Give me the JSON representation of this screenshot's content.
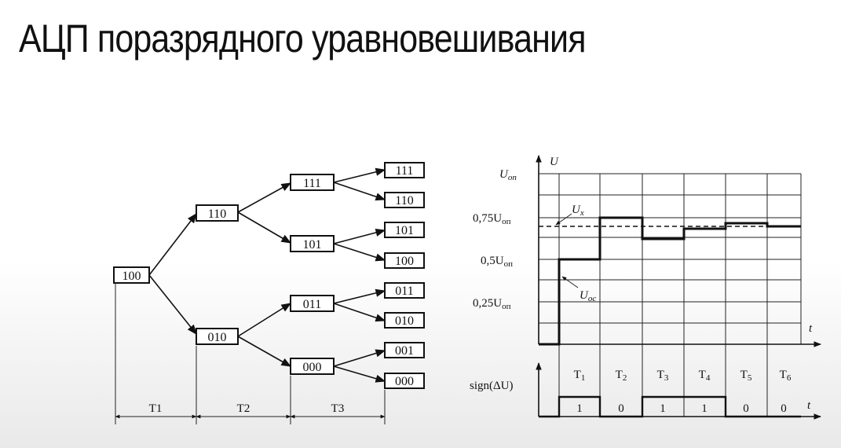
{
  "title": "АЦП поразрядного уравновешивания",
  "tree": {
    "nodes": {
      "l1": [
        "100"
      ],
      "l2": [
        "110",
        "010"
      ],
      "l3": [
        "111",
        "101",
        "011",
        "000"
      ],
      "l4": [
        "111",
        "110",
        "101",
        "100",
        "011",
        "010",
        "001",
        "000"
      ]
    },
    "periods": [
      "T1",
      "T2",
      "T3"
    ]
  },
  "timing": {
    "axis_u": "U",
    "axis_t": "t",
    "y_labels": {
      "uop_main": "U",
      "uop_sub": "оп",
      "u075_main": "0,75U",
      "u075_sub": "оп",
      "u05_main": "0,5U",
      "u05_sub": "оп",
      "u025_main": "0,25U",
      "u025_sub": "оп"
    },
    "ux_main": "U",
    "ux_sub": "x",
    "uoc_main": "U",
    "uoc_sub": "ос",
    "sign_label": "sign(ΔU)",
    "steps": [
      {
        "main": "T",
        "sub": "1",
        "bit": "1"
      },
      {
        "main": "T",
        "sub": "2",
        "bit": "0"
      },
      {
        "main": "T",
        "sub": "3",
        "bit": "1"
      },
      {
        "main": "T",
        "sub": "4",
        "bit": "1"
      },
      {
        "main": "T",
        "sub": "5",
        "bit": "0"
      },
      {
        "main": "T",
        "sub": "6",
        "bit": "0"
      }
    ]
  }
}
